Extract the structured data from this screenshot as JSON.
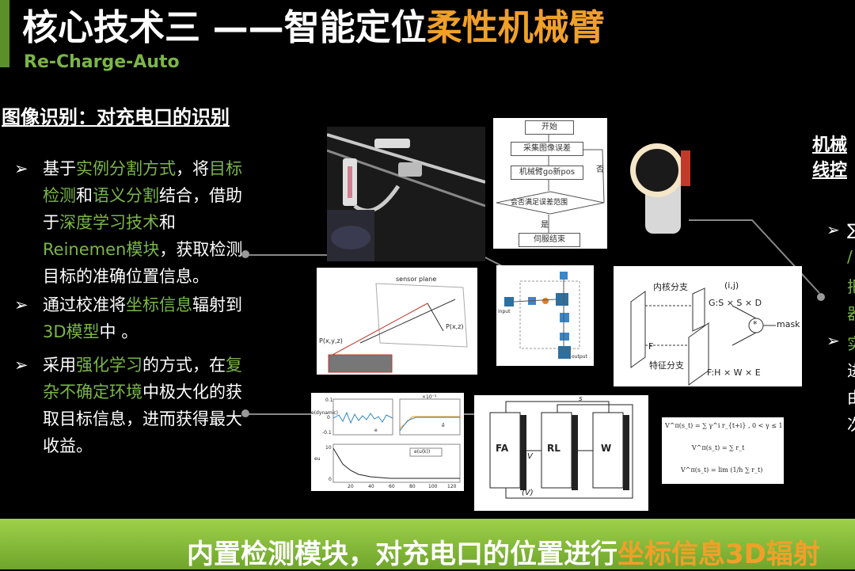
{
  "header": {
    "title_main": "核心技术三 ——智能定位",
    "title_highlight": "柔性机械臂",
    "subtitle": "Re-Charge-Auto"
  },
  "section_title": "图像识别：对充电口的识别",
  "bullets": [
    {
      "marker": "➢",
      "parts": [
        "基于",
        "实例分割方式",
        "，将",
        "目标检测",
        "和",
        "语义分割",
        "结合，借助于",
        "深度学习技术",
        "和",
        "Reinemen模块",
        "，获取检测目标的准确位置信息。"
      ]
    },
    {
      "marker": "➢",
      "parts": [
        "通过校准将",
        "坐标信息",
        "辐射到",
        "3D模型",
        "中 。"
      ]
    },
    {
      "marker": "➢",
      "parts": [
        " 采用",
        "强化学习",
        "的方式，在",
        "复杂不确定环境",
        "中极大化的获取目标信息，进而获得最大收益。"
      ]
    }
  ],
  "right_panel": {
    "title_line1": "机械",
    "title_line2": "线控",
    "markers": [
      "➢",
      "➢"
    ],
    "fragments": [
      "∑",
      "/",
      "把",
      "器",
      "实",
      "进",
      "由",
      "次"
    ]
  },
  "flowchart": {
    "start": "开始",
    "step1": "采集图像误差",
    "step2": "机械臂go新pos",
    "decision": "会否满足误差范围",
    "no_label": "否",
    "yes_label": "是",
    "end": "伺服结束"
  },
  "fusion_diagram": {
    "top_label": "内核分支",
    "ij": "(i,j)",
    "g_label": "G:S × S × D",
    "mask": "mask",
    "star": "*",
    "f_label": "F",
    "bottom_label": "特征分支",
    "fh_label": "F:H × W × E"
  },
  "sensor_diagram": {
    "plane_label": "sensor plane",
    "p_left": "P(x,y,z)",
    "p_right": "P(x,z)"
  },
  "nn_diagram": {
    "input_label": "input",
    "output_label": "output"
  },
  "rl_diagram": {
    "box1": "FA",
    "box2": "RL",
    "box3": "W",
    "v_label": "V",
    "bottom_label": "(V)",
    "s_label": "s"
  },
  "plot_panel": {
    "top_ylabel": "e(dynamic)",
    "bottom_ylabel": "eu",
    "exp_label": "×10⁻³",
    "legend_a": "e",
    "legend_b": "ẽ",
    "bottom_legend": "e(u(k))",
    "x_ticks": [
      "20",
      "40",
      "60",
      "80",
      "100",
      "120"
    ],
    "top_yticks": [
      "0.1",
      "0",
      "-0.1"
    ],
    "bottom_yticks": [
      "10",
      "0"
    ]
  },
  "formulas": {
    "f1_left": "V^π(s_t) =",
    "f1_right": "∑ γ^i r_{t+i} ,   0 < γ ≤ 1",
    "f2_left": "V^π(s_t) =",
    "f2_right": "∑ r_t",
    "f3_left": "V^π(s_t) =",
    "f3_right": "lim (1/h ∑ r_t)"
  },
  "footer": {
    "text": "内置检测模块，对充电口的位置进行",
    "highlight": "坐标信息3D辐射"
  },
  "colors": {
    "accent_green": "#7ab648",
    "accent_orange": "#f0a02a",
    "footer_green": "#8cc43e"
  }
}
